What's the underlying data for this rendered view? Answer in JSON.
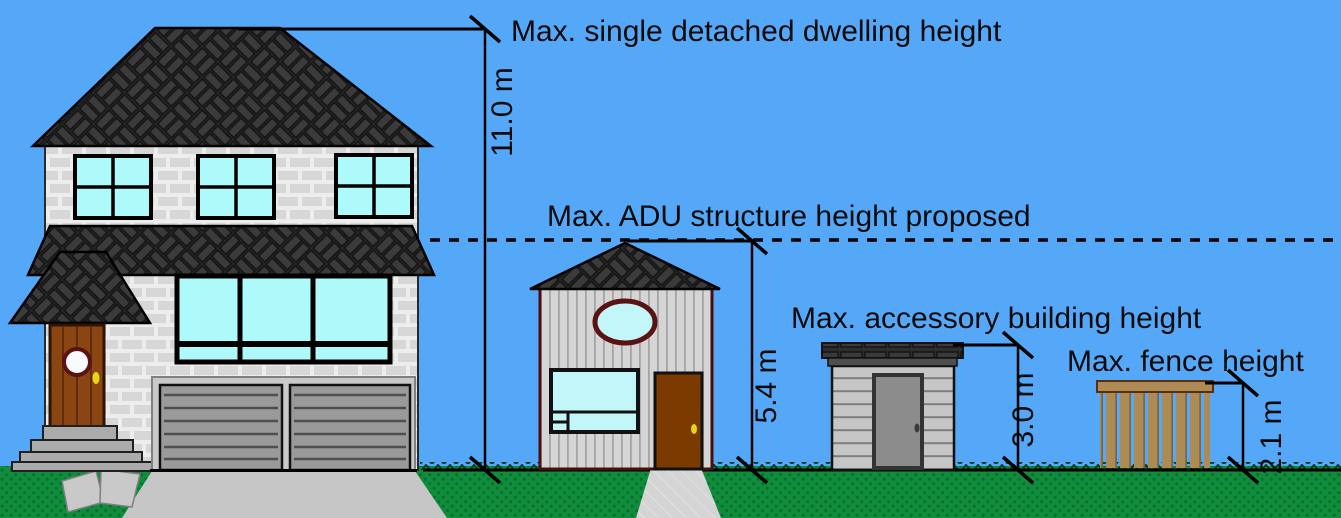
{
  "diagram": {
    "description": "Residential height limits comparison illustration",
    "measurements_m": {
      "single_detached_dwelling": 11.0,
      "adu_structure_proposed": 5.4,
      "accessory_building": 3.0,
      "fence": 2.1
    }
  },
  "labels": {
    "dwelling": {
      "title": "Max. single detached dwelling height",
      "value": "11.0 m"
    },
    "adu": {
      "title": "Max. ADU structure height proposed",
      "value": "5.4 m"
    },
    "accessory": {
      "title": "Max. accessory building height",
      "value": "3.0 m"
    },
    "fence": {
      "title": "Max. fence height",
      "value": "2.1 m"
    }
  },
  "colors": {
    "sky": "#55A8F8",
    "grass": "#0F8C3C",
    "grass_dot": "#066C2B",
    "roof_dark": "#262626",
    "roof_weave": "#3B3B3B",
    "wall_brick": "#D5D5D5",
    "glass_cyan": "#AEFAFA",
    "door_brown": "#8B4513",
    "adu_trim_maroon": "#4A0E0E",
    "shed_gray": "#C6C6C6",
    "fence_tan": "#AC8B54",
    "pavement": "#C9C9C9",
    "line_black": "#000000"
  }
}
